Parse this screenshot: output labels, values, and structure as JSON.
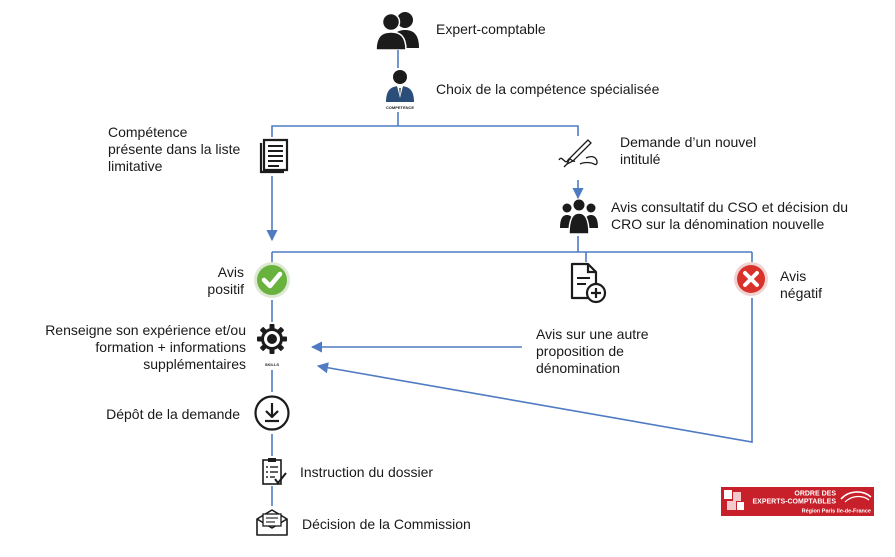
{
  "nodes": {
    "expert": "Expert-comptable",
    "choix": "Choix de la compétence spécialisée",
    "presente": "Compétence\nprésente dans la liste\nlimitative",
    "demande": "Demande d’un nouvel\nintitulé",
    "avis_cso": "Avis consultatif du CSO et décision du\nCRO sur la dénomination nouvelle",
    "avis_positif": "Avis\npositif",
    "avis_negatif": "Avis\nnégatif",
    "renseigne": "Renseigne son expérience et/ou\nformation + informations\nsupplémentaires",
    "autre_proposition": "Avis sur une autre\nproposition de\ndénomination",
    "depot": "Dépôt de la demande",
    "instruction": "Instruction du dossier",
    "decision": "Décision de la Commission"
  },
  "icon_labels": {
    "competence": "COMPETENCE",
    "skills": "SKILLS"
  },
  "logo": {
    "line1": "ORDRE DES",
    "line2": "EXPERTS-COMPTABLES",
    "line3": "Région Paris Ile-de-France"
  },
  "colors": {
    "connector": "#4f7bc3",
    "positive": "#6ab23e",
    "negative": "#d9322b",
    "icon": "#1b1b1b",
    "logo_red": "#c8202a"
  },
  "icons": [
    "users-icon",
    "businessman-icon",
    "document-list-icon",
    "signature-icon",
    "team-icon",
    "check-icon",
    "file-add-icon",
    "cross-icon",
    "skills-gear-icon",
    "download-icon",
    "checklist-icon",
    "decision-icon"
  ]
}
